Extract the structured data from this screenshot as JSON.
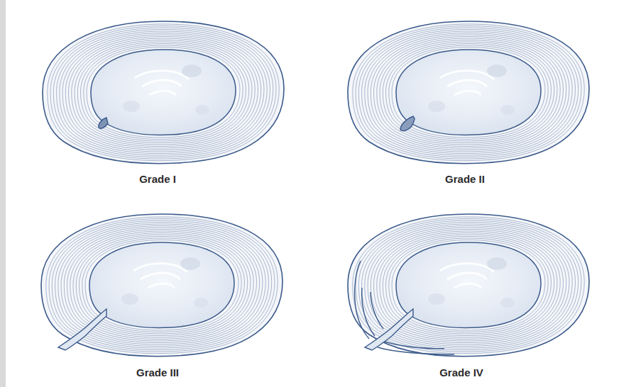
{
  "diagram": {
    "labels": [
      "Grade I",
      "Grade II",
      "Grade III",
      "Grade IV"
    ]
  }
}
